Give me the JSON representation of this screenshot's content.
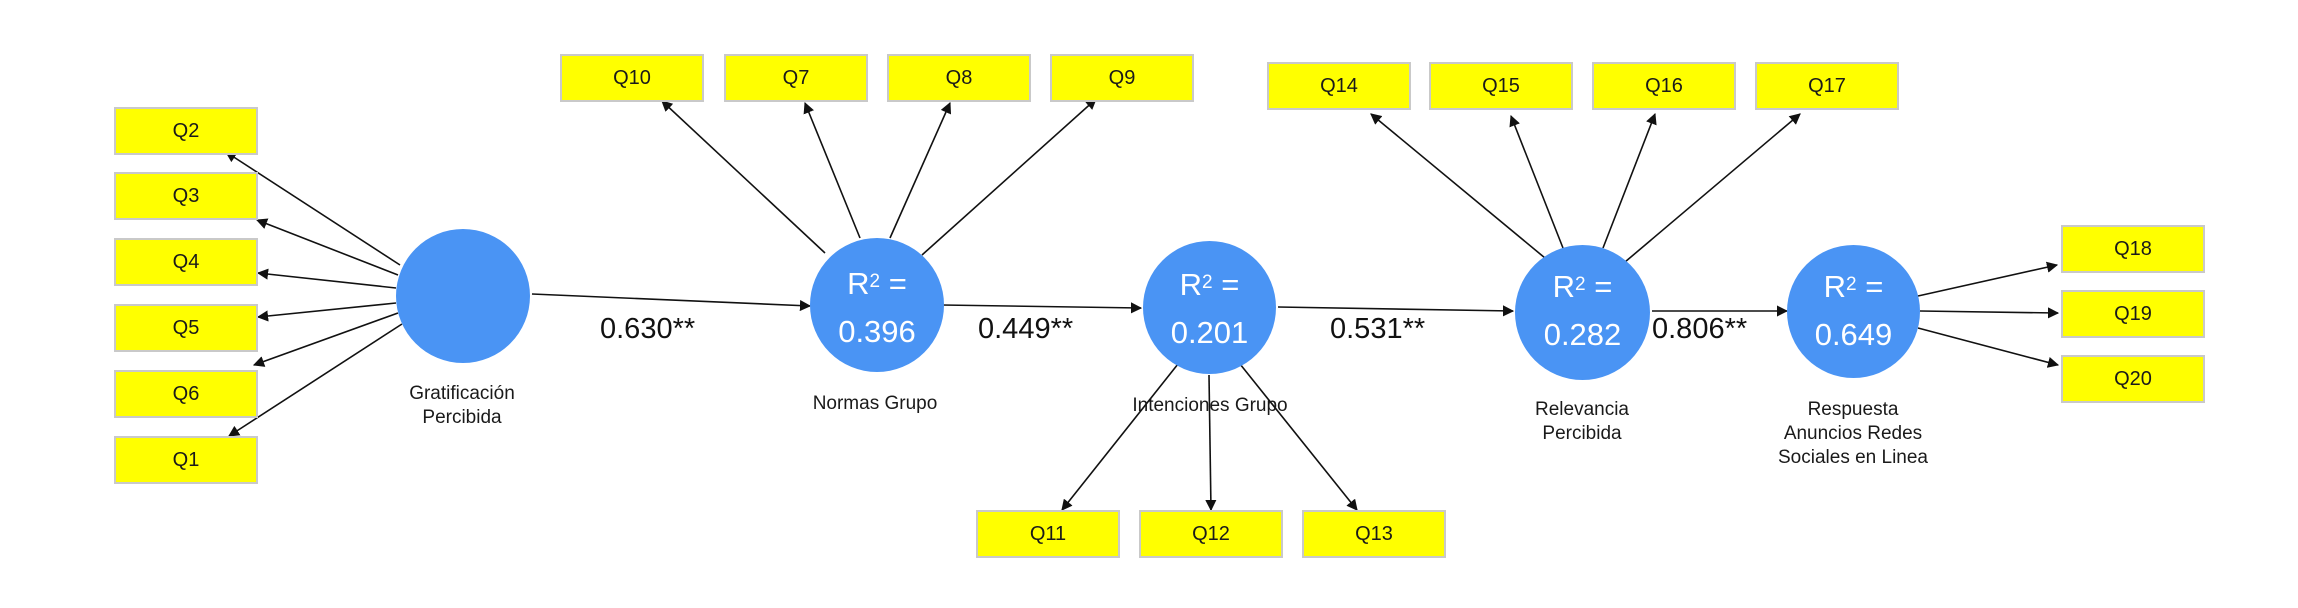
{
  "colors": {
    "node": "#4a94f4",
    "box": "#ffff00",
    "box_border": "#c9c9c9",
    "arrow": "#111111"
  },
  "nodes": {
    "gratificacion": {
      "label_line1": "Gratificación",
      "label_line2": "Percibida"
    },
    "normas": {
      "r2_prefix": "R",
      "r2_sup": "2",
      "r2_suffix": " =",
      "r2_value": "0.396",
      "label_line1": "Normas Grupo"
    },
    "intenciones": {
      "r2_prefix": "R",
      "r2_sup": "2",
      "r2_suffix": " =",
      "r2_value": "0.201",
      "label_line1": "Intenciones Grupo"
    },
    "relevancia": {
      "r2_prefix": "R",
      "r2_sup": "2",
      "r2_suffix": " =",
      "r2_value": "0.282",
      "label_line1": "Relevancia",
      "label_line2": "Percibida"
    },
    "respuesta": {
      "r2_prefix": "R",
      "r2_sup": "2",
      "r2_suffix": " =",
      "r2_value": "0.649",
      "label_line1": "Respuesta",
      "label_line2": "Anuncios Redes",
      "label_line3": "Sociales en Linea"
    }
  },
  "paths": {
    "p1": "0.630**",
    "p2": "0.449**",
    "p3": "0.531**",
    "p4": "0.806**"
  },
  "items": {
    "q1": "Q1",
    "q2": "Q2",
    "q3": "Q3",
    "q4": "Q4",
    "q5": "Q5",
    "q6": "Q6",
    "q7": "Q7",
    "q8": "Q8",
    "q9": "Q9",
    "q10": "Q10",
    "q11": "Q11",
    "q12": "Q12",
    "q13": "Q13",
    "q14": "Q14",
    "q15": "Q15",
    "q16": "Q16",
    "q17": "Q17",
    "q18": "Q18",
    "q19": "Q19",
    "q20": "Q20"
  }
}
